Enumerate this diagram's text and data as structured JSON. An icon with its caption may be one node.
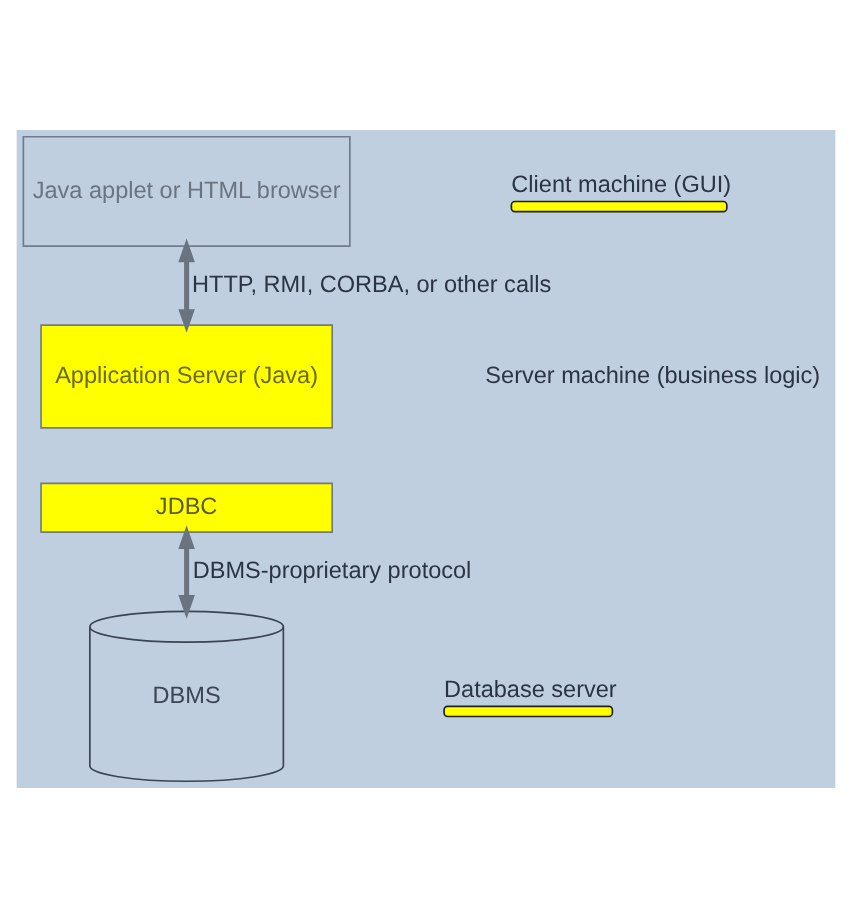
{
  "diagram": {
    "nodes": [
      {
        "text": [
          "Java applet or HTML browser"
        ]
      },
      {
        "text": [
          "Application Server (Java)"
        ]
      },
      {
        "text": [
          "JDBC"
        ]
      },
      {
        "text": [
          "DBMS"
        ]
      }
    ],
    "edges": [
      {
        "from": 0,
        "to": 1,
        "arrow": "both",
        "label": "HTTP, RMI, CORBA, or other calls"
      },
      {
        "from": 2,
        "to": 3,
        "arrow": "both",
        "label": "DBMS-proprietary protocol"
      }
    ],
    "labels": [
      "Client machine (GUI)",
      "Server machine (business logic)",
      "Database server"
    ]
  }
}
